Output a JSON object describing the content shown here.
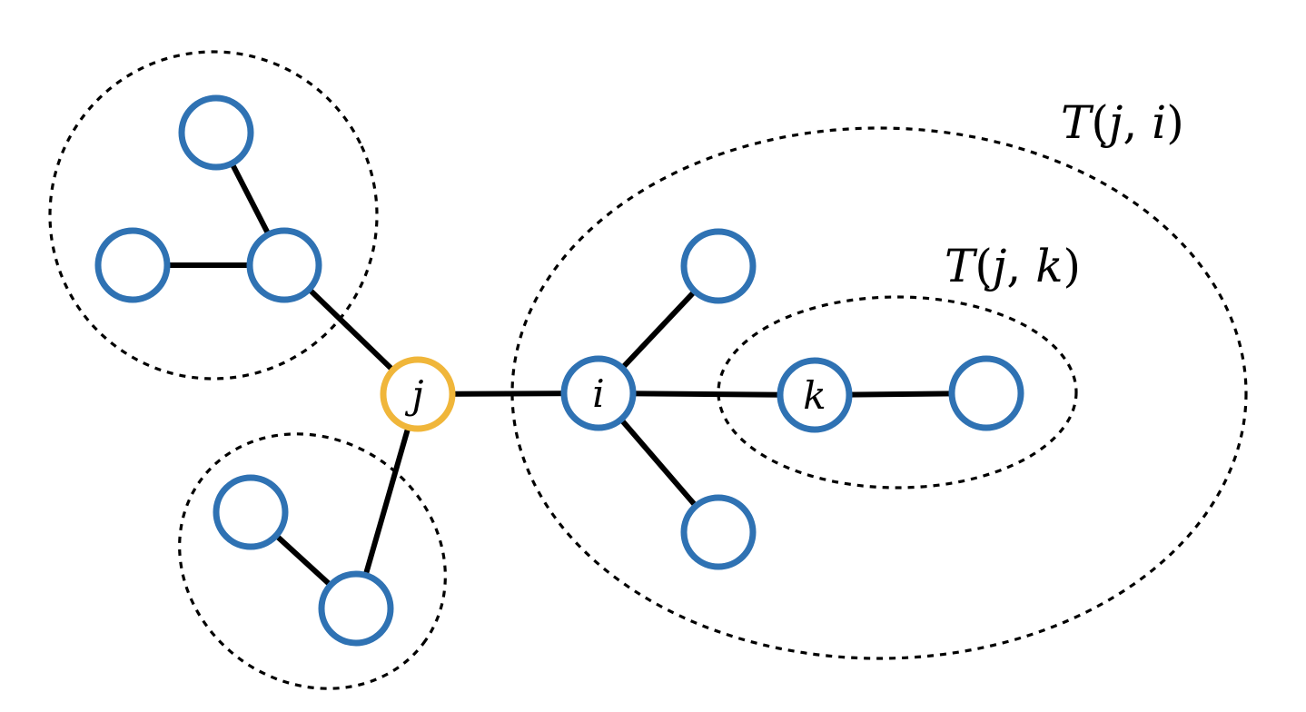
{
  "colors": {
    "node_stroke": "#2f72b3",
    "root_stroke": "#f0b63a",
    "edge": "#000000",
    "region_stroke": "#000000"
  },
  "diagram": {
    "nodes": [
      {
        "id": "j",
        "label": "j",
        "root": true
      },
      {
        "id": "i",
        "label": "i",
        "root": false
      },
      {
        "id": "k",
        "label": "k",
        "root": false
      },
      {
        "id": "leaf-right",
        "label": "",
        "root": false
      },
      {
        "id": "i-top",
        "label": "",
        "root": false
      },
      {
        "id": "i-bottom",
        "label": "",
        "root": false
      },
      {
        "id": "ul-hub",
        "label": "",
        "root": false
      },
      {
        "id": "ul-top",
        "label": "",
        "root": false
      },
      {
        "id": "ul-left",
        "label": "",
        "root": false
      },
      {
        "id": "ll-hub",
        "label": "",
        "root": false
      },
      {
        "id": "ll-leaf",
        "label": "",
        "root": false
      }
    ],
    "edges": [
      [
        "j",
        "i"
      ],
      [
        "i",
        "k"
      ],
      [
        "k",
        "leaf-right"
      ],
      [
        "i",
        "i-top"
      ],
      [
        "i",
        "i-bottom"
      ],
      [
        "j",
        "ul-hub"
      ],
      [
        "ul-hub",
        "ul-top"
      ],
      [
        "ul-hub",
        "ul-left"
      ],
      [
        "j",
        "ll-hub"
      ],
      [
        "ll-hub",
        "ll-leaf"
      ]
    ],
    "regions": [
      {
        "id": "T-j-i",
        "symbol": "T",
        "args": [
          "j",
          "i"
        ]
      },
      {
        "id": "T-j-k",
        "symbol": "T",
        "args": [
          "j",
          "k"
        ]
      },
      {
        "id": "upper-left-group",
        "symbol": "",
        "args": []
      },
      {
        "id": "lower-left-group",
        "symbol": "",
        "args": []
      }
    ]
  }
}
